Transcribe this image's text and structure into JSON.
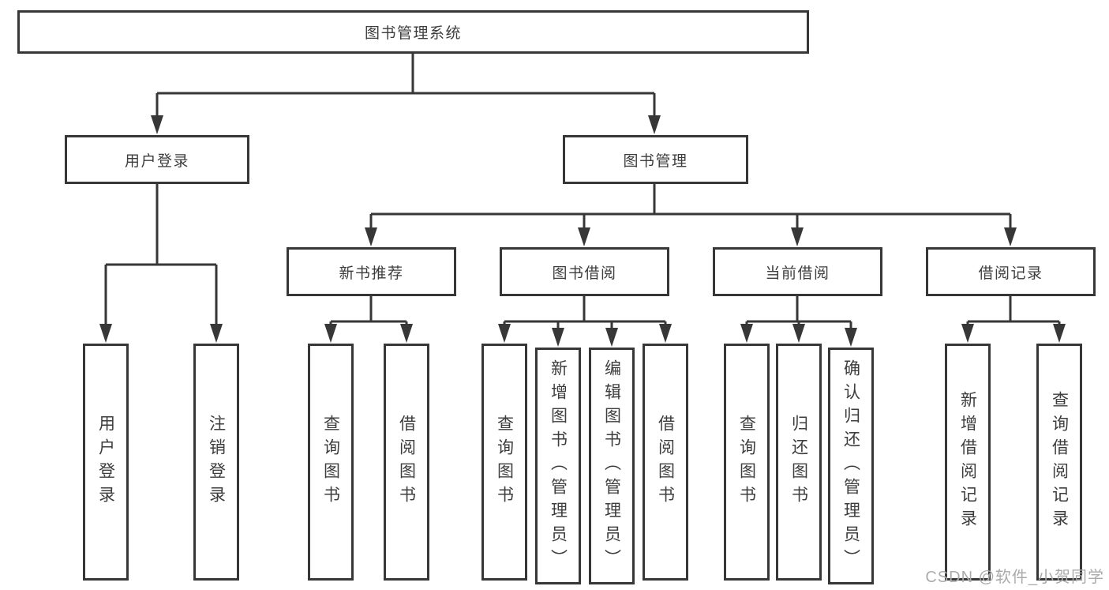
{
  "title": "图书管理系统",
  "watermark": {
    "text": "CSDN @软件_小贺同学"
  },
  "colors": {
    "line": "#373737",
    "box_border": "#373737",
    "text": "#3d3d3d",
    "background": "#ffffff",
    "watermark": "#ababab"
  },
  "tree": {
    "root": {
      "label": "图书管理系统",
      "children": [
        {
          "label": "用户登录",
          "children": [
            {
              "label": "用户登录"
            },
            {
              "label": "注销登录"
            }
          ]
        },
        {
          "label": "图书管理",
          "children": [
            {
              "label": "新书推荐",
              "children": [
                {
                  "label": "查询图书"
                },
                {
                  "label": "借阅图书"
                }
              ]
            },
            {
              "label": "图书借阅",
              "children": [
                {
                  "label": "查询图书"
                },
                {
                  "label": "新增图书（管理员）"
                },
                {
                  "label": "编辑图书（管理员）"
                },
                {
                  "label": "借阅图书"
                }
              ]
            },
            {
              "label": "当前借阅",
              "children": [
                {
                  "label": "查询图书"
                },
                {
                  "label": "归还图书"
                },
                {
                  "label": "确认归还（管理员）"
                }
              ]
            },
            {
              "label": "借阅记录",
              "children": [
                {
                  "label": "新增借阅记录"
                },
                {
                  "label": "查询借阅记录"
                }
              ]
            }
          ]
        }
      ]
    }
  }
}
